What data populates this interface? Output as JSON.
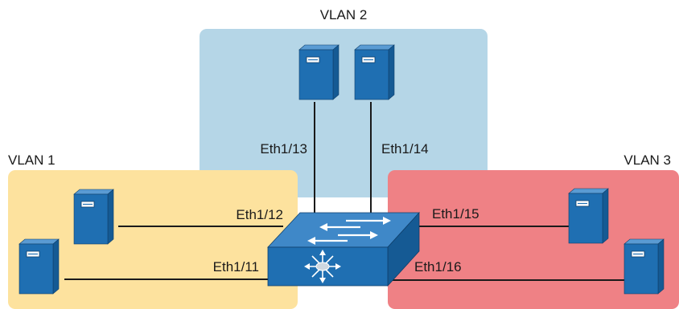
{
  "vlans": [
    {
      "label": "VLAN 1",
      "color": "#fde29e"
    },
    {
      "label": "VLAN 2",
      "color": "#b5d6e7"
    },
    {
      "label": "VLAN 3",
      "color": "#ef8185"
    }
  ],
  "ports": {
    "eth1_11": "Eth1/11",
    "eth1_12": "Eth1/12",
    "eth1_13": "Eth1/13",
    "eth1_14": "Eth1/14",
    "eth1_15": "Eth1/15",
    "eth1_16": "Eth1/16"
  },
  "colors": {
    "server_front": "#1f6fb2",
    "server_side": "#155a94",
    "server_top": "#5a9bd3",
    "switch_top": "#3f88c8",
    "switch_front": "#1f6fb2",
    "link": "#1a1a1a"
  },
  "icons": {
    "server": "server-icon",
    "switch": "multilayer-switch-icon"
  }
}
